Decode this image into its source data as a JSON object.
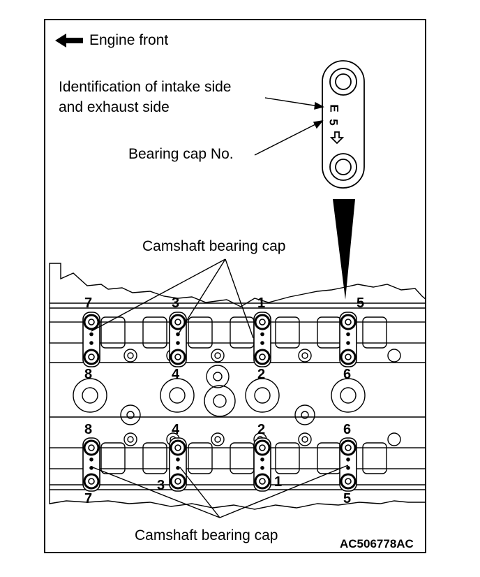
{
  "legend": {
    "front_label": "Engine front",
    "ident_line1": "Identification of intake side",
    "ident_line2": "and exhaust side",
    "cap_no_label": "Bearing cap No."
  },
  "inset": {
    "side_letter": "E",
    "cap_number": "5"
  },
  "callouts": {
    "top_label": "Camshaft bearing cap",
    "bottom_label": "Camshaft bearing cap"
  },
  "cap_numbers": {
    "upper_outer": [
      "7",
      "3",
      "1",
      "5"
    ],
    "upper_inner": [
      "8",
      "4",
      "2",
      "6"
    ],
    "lower_inner": [
      "8",
      "4",
      "2",
      "6"
    ],
    "lower_outer": [
      "7",
      "3",
      "1",
      "5"
    ]
  },
  "figure_code": "AC506778AC"
}
